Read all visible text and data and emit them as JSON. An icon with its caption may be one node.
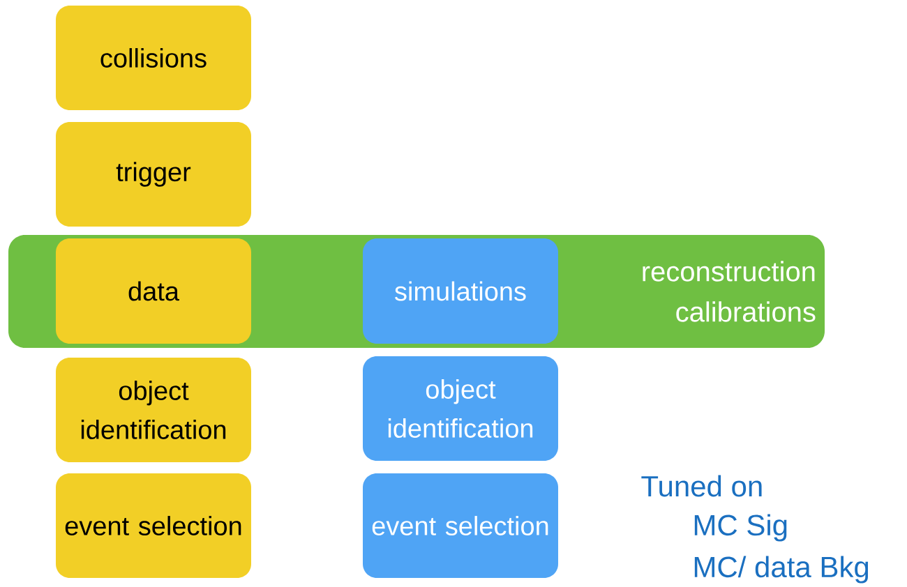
{
  "diagram": {
    "nodes": [
      {
        "text": [
          "collisions"
        ]
      },
      {
        "text": [
          "trigger"
        ]
      },
      {
        "text": [
          "reconstruction calibrations"
        ]
      },
      {
        "text": [
          "data"
        ],
        "in": 2
      },
      {
        "text": [
          "simulations"
        ],
        "in": 2
      },
      {
        "text": [
          "object identification"
        ]
      },
      {
        "text": [
          "event selection"
        ]
      },
      {
        "text": [
          "object identification"
        ]
      },
      {
        "text": [
          "event selection"
        ]
      }
    ],
    "labels": [
      "Tuned on",
      "MC Sig",
      "MC/ data Bkg"
    ]
  }
}
